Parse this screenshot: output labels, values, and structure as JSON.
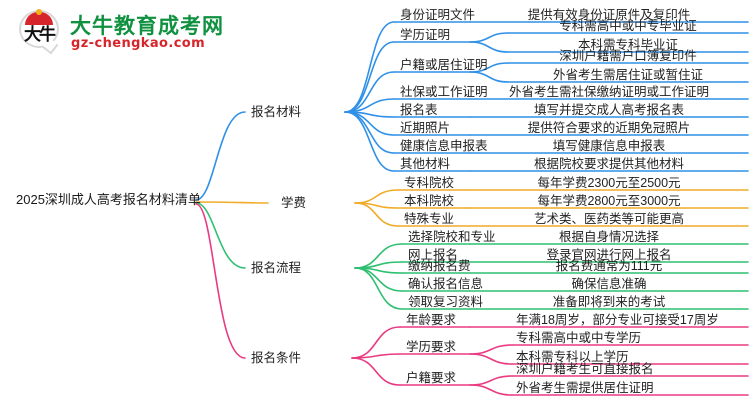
{
  "logo": {
    "mark_text": "大牛",
    "brand_cn": "大牛教育成考网",
    "brand_url": "gz-chengkao.com"
  },
  "mindmap": {
    "type": "mindmap",
    "root": "2025深圳成人高考报名材料清单",
    "branches": [
      {
        "label": "报名材料",
        "color": "#2f90e8",
        "children": [
          {
            "label": "身份证明文件",
            "details": [
              "提供有效身份证原件及复印件"
            ]
          },
          {
            "label": "学历证明",
            "details": [
              "专科需高中或中专毕业证",
              "本科需专科毕业证"
            ]
          },
          {
            "label": "户籍或居住证明",
            "details": [
              "深圳户籍需户口簿复印件",
              "外省考生需居住证或暂住证"
            ]
          },
          {
            "label": "社保或工作证明",
            "details": [
              "外省考生需社保缴纳证明或工作证明"
            ]
          },
          {
            "label": "报名表",
            "details": [
              "填写并提交成人高考报名表"
            ]
          },
          {
            "label": "近期照片",
            "details": [
              "提供符合要求的近期免冠照片"
            ]
          },
          {
            "label": "健康信息申报表",
            "details": [
              "填写健康信息申报表"
            ]
          },
          {
            "label": "其他材料",
            "details": [
              "根据院校要求提供其他材料"
            ]
          }
        ]
      },
      {
        "label": "学费",
        "color": "#f0ac28",
        "children": [
          {
            "label": "专科院校",
            "details": [
              "每年学费2300元至2500元"
            ]
          },
          {
            "label": "本科院校",
            "details": [
              "每年学费2800元至3000元"
            ]
          },
          {
            "label": "特殊专业",
            "details": [
              "艺术类、医药类等可能更高"
            ]
          }
        ]
      },
      {
        "label": "报名流程",
        "color": "#2fbf71",
        "children": [
          {
            "label": "选择院校和专业",
            "details": [
              "根据自身情况选择"
            ]
          },
          {
            "label": "网上报名",
            "details": [
              "登录官网进行网上报名"
            ]
          },
          {
            "label": "缴纳报名费",
            "details": [
              "报名费通常为111元"
            ]
          },
          {
            "label": "确认报名信息",
            "details": [
              "确保信息准确"
            ]
          },
          {
            "label": "领取复习资料",
            "details": [
              "准备即将到来的考试"
            ]
          }
        ]
      },
      {
        "label": "报名条件",
        "color": "#ea3a82",
        "children": [
          {
            "label": "年龄要求",
            "details": [
              "年满18周岁，部分专业可接受17周岁"
            ]
          },
          {
            "label": "学历要求",
            "details": [
              "专科需高中或中专学历",
              "本科需专科以上学历"
            ]
          },
          {
            "label": "户籍要求",
            "details": [
              "深圳户籍考生可直接报名",
              "外省考生需提供居住证明"
            ]
          }
        ]
      }
    ]
  }
}
